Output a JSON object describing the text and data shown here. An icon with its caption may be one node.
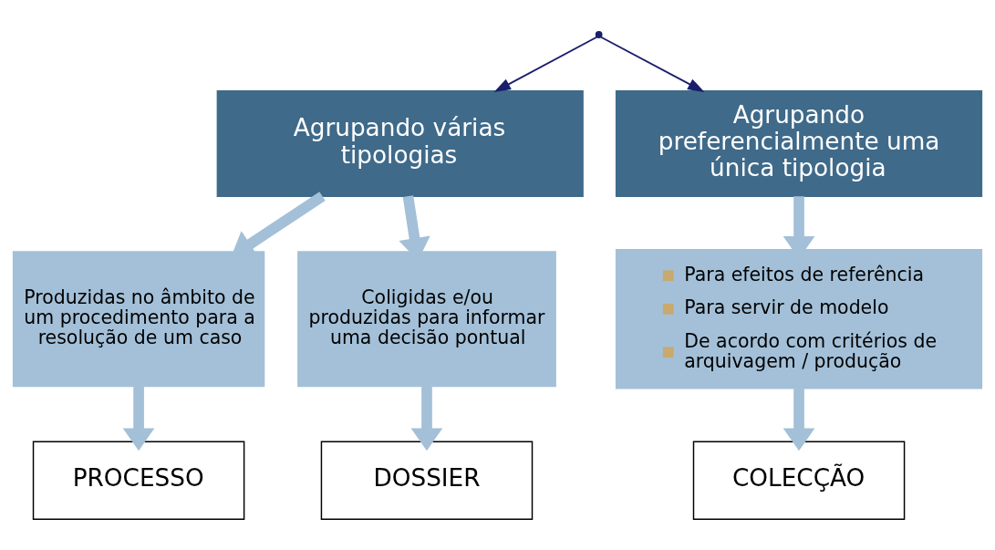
{
  "diagram": {
    "nodes": [
      {
        "text": [],
        "shape": "point"
      },
      {
        "text": [
          "Agrupando várias tipologias"
        ]
      },
      {
        "text": [
          "Agrupando preferencialmente uma única tipologia"
        ]
      },
      {
        "text": [
          "Produzidas no âmbito de um procedimento para a resolução de um caso"
        ]
      },
      {
        "text": [
          "Coligidas e/ou produzidas para informar uma decisão pontual"
        ]
      },
      {
        "text": [
          "Para efeitos de referência",
          "Para servir de modelo",
          "De acordo com critérios de arquivagem / produção"
        ]
      },
      {
        "text": [
          "PROCESSO"
        ]
      },
      {
        "text": [
          "DOSSIER"
        ]
      },
      {
        "text": [
          "COLECÇÃO"
        ]
      }
    ],
    "edges": [
      {
        "from": 0,
        "to": 1,
        "arrow": "to",
        "color": "#1a1f6b"
      },
      {
        "from": 0,
        "to": 2,
        "arrow": "to",
        "color": "#1a1f6b"
      },
      {
        "from": 1,
        "to": 3,
        "arrow": "to"
      },
      {
        "from": 1,
        "to": 4,
        "arrow": "to"
      },
      {
        "from": 2,
        "to": 5,
        "arrow": "to"
      },
      {
        "from": 3,
        "to": 6,
        "arrow": "to"
      },
      {
        "from": 4,
        "to": 7,
        "arrow": "to"
      },
      {
        "from": 5,
        "to": 8,
        "arrow": "to"
      }
    ]
  }
}
